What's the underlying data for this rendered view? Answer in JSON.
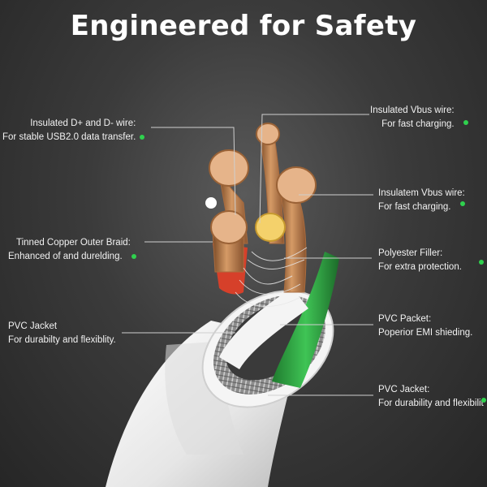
{
  "title": "Engineered for Safety",
  "colors": {
    "accent_dot": "#2fd14e",
    "copper": "#c98a58",
    "cable_white": "#f2f2f2",
    "green_wire": "#33b84a",
    "red_wire": "#d6402a",
    "background_dark": "#2a2a2a"
  },
  "callouts": [
    {
      "id": "dplus-dminus",
      "title": "Insulated D+ and D- wire:",
      "desc": "For stable USB2.0 data transfer."
    },
    {
      "id": "vbus-1",
      "title": "Insulated Vbus wire:",
      "desc": "For fast charging."
    },
    {
      "id": "vbus-2",
      "title": "Insulatem Vbus wire:",
      "desc": "For fast charging."
    },
    {
      "id": "braid",
      "title": "Tinned Copper Outer Braid:",
      "desc": "Enhanced of and durelding."
    },
    {
      "id": "filler",
      "title": "Polyester Filler:",
      "desc": "For extra protection."
    },
    {
      "id": "jacket-left",
      "title": "PVC Jacket",
      "desc": "For durabilty and flexiblity."
    },
    {
      "id": "packet",
      "title": "PVC Packet:",
      "desc": "Poperior EMI shieding."
    },
    {
      "id": "jacket-right",
      "title": "PVC Jacket:",
      "desc": "For durability and flexibilit"
    }
  ]
}
